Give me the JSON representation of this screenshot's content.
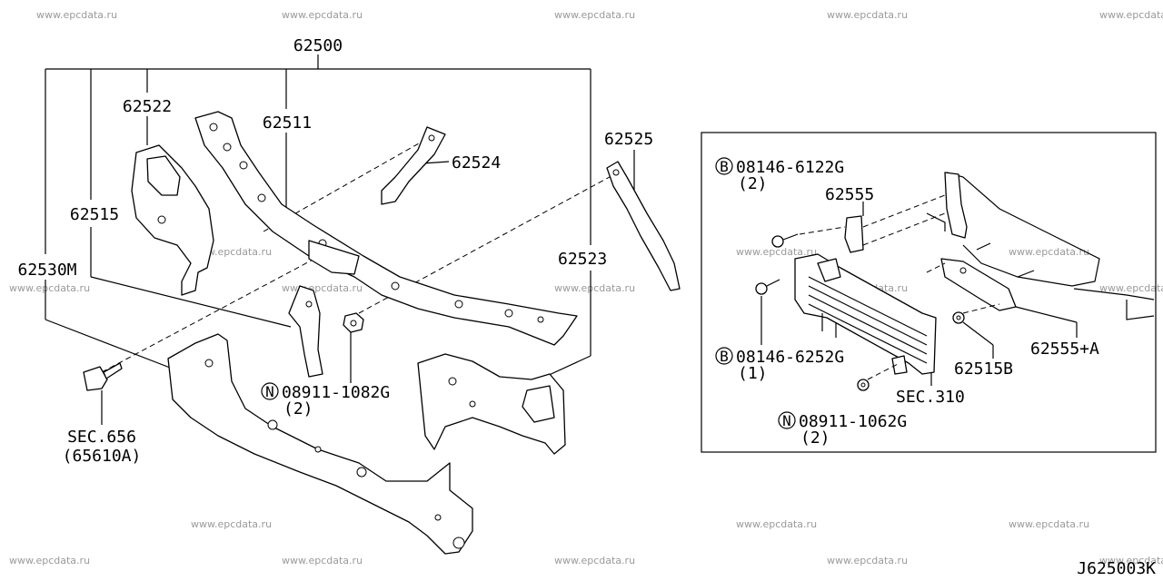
{
  "watermark": "www.epcdata.ru",
  "diagram_code": "J625003K",
  "labels": {
    "p62500": "62500",
    "p62522": "62522",
    "p62511": "62511",
    "p62524": "62524",
    "p62525": "62525",
    "p62515": "62515",
    "p62523": "62523",
    "p62530M": "62530M",
    "n08911_1082g": "08911-1082G",
    "n08911_1082g_qty": "(2)",
    "sec656": "SEC.656",
    "sec656_ref": "(65610A)"
  },
  "inset": {
    "b08146_6122g": "08146-6122G",
    "b08146_6122g_qty": "(2)",
    "p62555": "62555",
    "b08146_6252g": "08146-6252G",
    "b08146_6252g_qty": "(1)",
    "p62515b": "62515B",
    "p62555a": "62555+A",
    "sec310": "SEC.310",
    "n08911_1062g": "08911-1062G",
    "n08911_1062g_qty": "(2)"
  },
  "markers": {
    "bolt": "B",
    "nut": "N"
  }
}
